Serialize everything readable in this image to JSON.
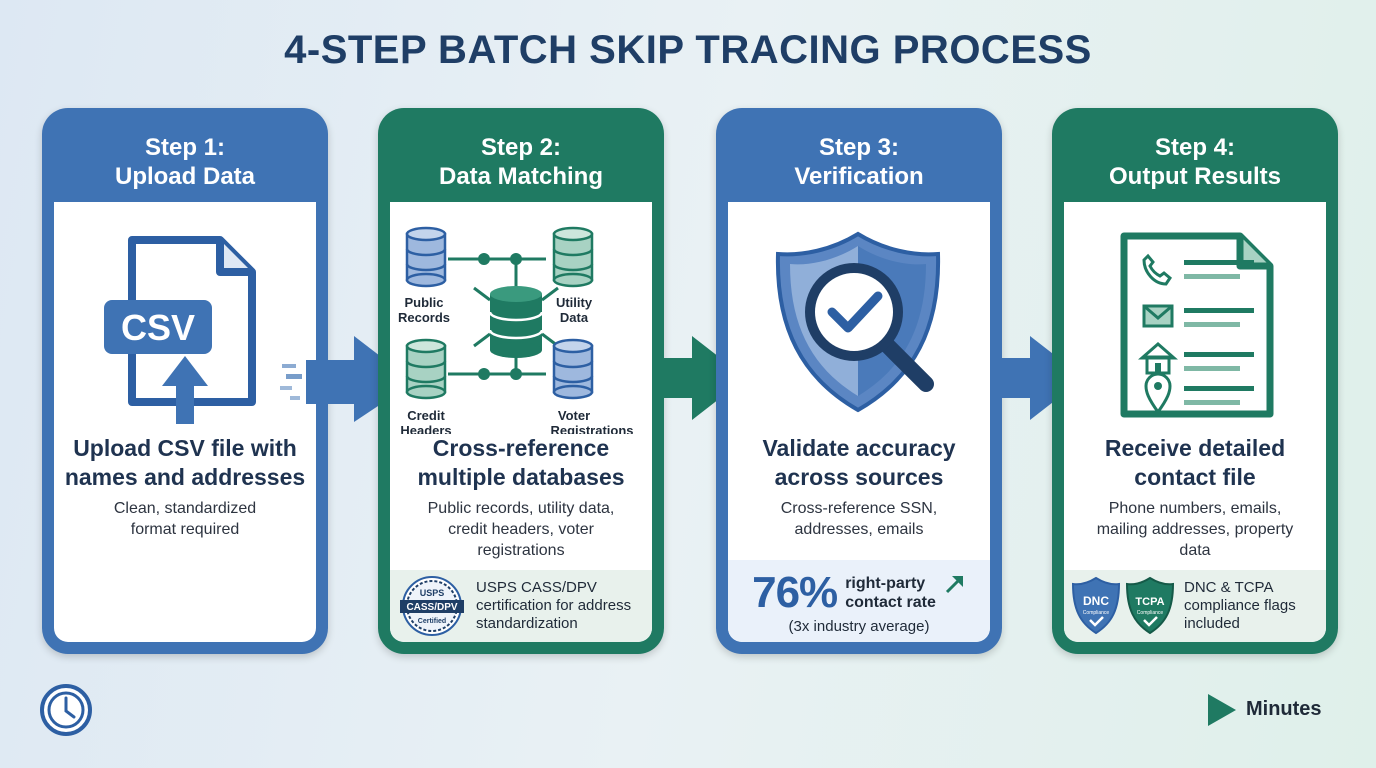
{
  "title": "4-STEP BATCH SKIP TRACING PROCESS",
  "steps": [
    {
      "step": "Step 1:",
      "name": "Upload Data",
      "heading_line1": "Upload CSV file with",
      "heading_line2": "names and addresses",
      "desc_line1": "Clean, standardized",
      "desc_line2": "format required",
      "icon": "csv-file-upload-icon",
      "icon_label": "CSV"
    },
    {
      "step": "Step 2:",
      "name": "Data Matching",
      "heading_line1": "Cross-reference",
      "heading_line2": "multiple databases",
      "desc_line1": "Public records, utility data,",
      "desc_line2": "credit headers, voter",
      "desc_line3": "registrations",
      "db_labels": {
        "public_1": "Public",
        "public_2": "Records",
        "utility_1": "Utility",
        "utility_2": "Data",
        "credit_1": "Credit",
        "credit_2": "Headers",
        "voter_1": "Voter",
        "voter_2": "Registrations"
      },
      "note_line1": "USPS CASS/DPV",
      "note_line2": "certification for address",
      "note_line3": "standardization",
      "seal_line1": "USPS",
      "seal_line2": "CASS/DPV",
      "seal_line3": "Certified"
    },
    {
      "step": "Step 3:",
      "name": "Verification",
      "heading_line1": "Validate accuracy",
      "heading_line2": "across sources",
      "desc_line1": "Cross-reference SSN,",
      "desc_line2": "addresses, emails",
      "icon": "shield-magnifier-check-icon",
      "stat_value": "76%",
      "stat_label_line1": "right-party",
      "stat_label_line2": "contact rate",
      "stat_sub": "(3x industry average)"
    },
    {
      "step": "Step 4:",
      "name": "Output Results",
      "heading_line1": "Receive detailed",
      "heading_line2": "contact file",
      "desc_line1": "Phone numbers, emails,",
      "desc_line2": "mailing addresses, property",
      "desc_line3": "data",
      "icon": "contact-file-icon",
      "badge1_main": "DNC",
      "badge1_sub": "Compliance",
      "badge2_main": "TCPA",
      "badge2_sub": "Compliance",
      "note_line1": "DNC & TCPA",
      "note_line2": "compliance flags",
      "note_line3": "included"
    }
  ],
  "timeline": {
    "icon": "clock-icon",
    "label": "Minutes"
  },
  "colors": {
    "blue": "#3f73b4",
    "green": "#1f7a62",
    "title": "#1f3e66"
  }
}
